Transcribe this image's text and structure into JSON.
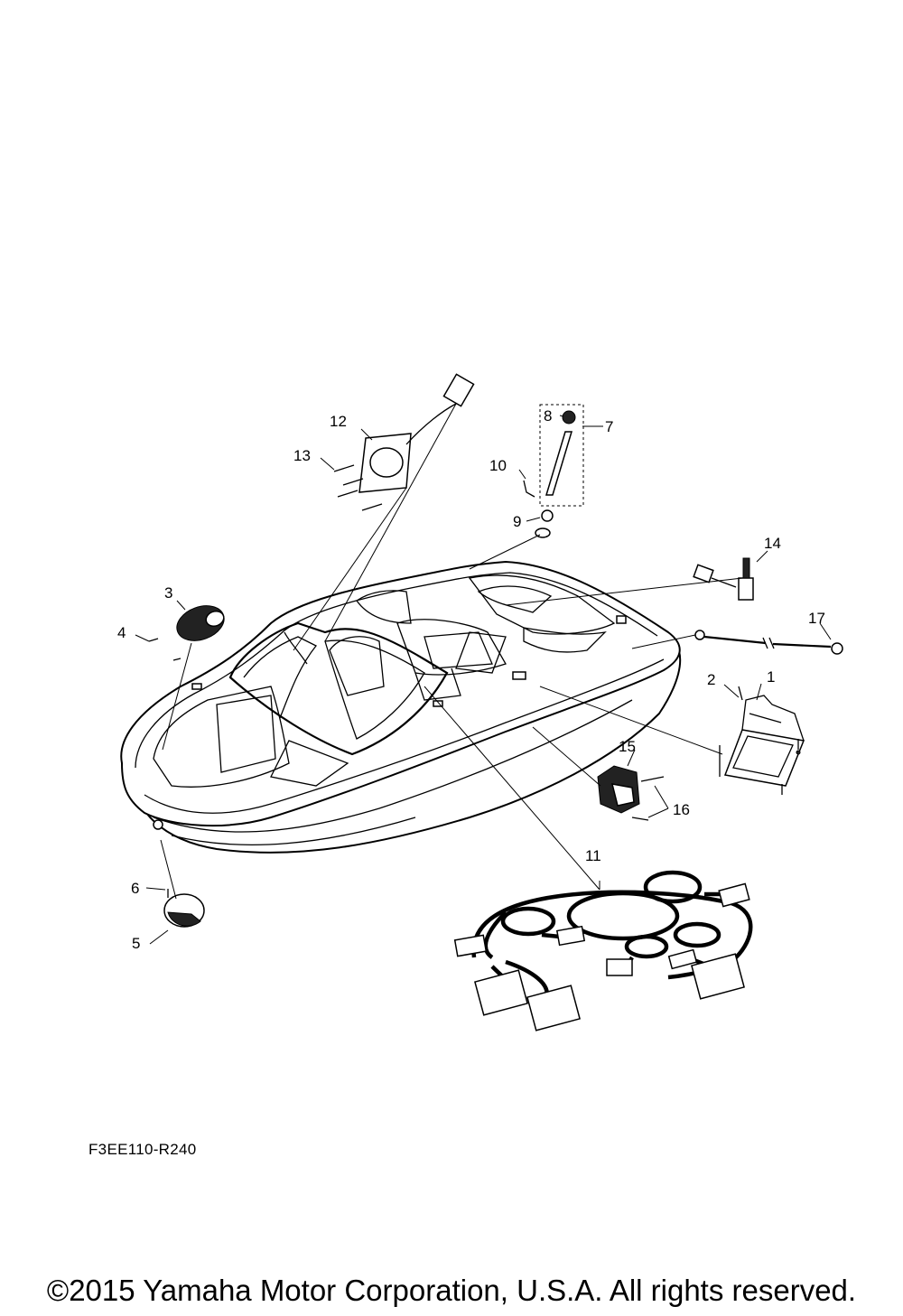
{
  "diagram": {
    "callouts": [
      "1",
      "2",
      "3",
      "4",
      "5",
      "6",
      "7",
      "8",
      "9",
      "10",
      "11",
      "12",
      "13",
      "14",
      "15",
      "16",
      "17"
    ],
    "reference_code": "F3EE110-R240",
    "copyright": "©2015 Yamaha Motor Corporation, U.S.A. All rights reserved."
  }
}
